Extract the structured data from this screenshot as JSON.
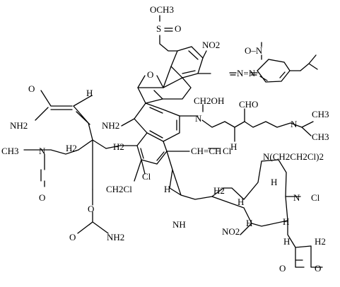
{
  "labels": {
    "och3": "OCH3",
    "s": "S",
    "o_sulfinyl": "O",
    "no2_top": "NO2",
    "azo": "N=N",
    "n_oxide": "O–N",
    "o_epoxide": "O",
    "ch2oh": "CH2OH",
    "cho": "CHO",
    "o_amide": "O",
    "h_vinyl": "H",
    "nh2_amide": "NH2",
    "nh2_ring": "NH2",
    "n_mid": "N",
    "h_chain": "H",
    "n_nme2": "N",
    "me1": "CH3",
    "me2": "CH3",
    "nme_ch3": "CH3",
    "n_nitroso": "N",
    "h2_left": "H2",
    "h2_mid": "H2",
    "vinyl_ch": "CH=CH",
    "cl_vinyl": "Cl",
    "n_bis": "N(CH2CH2Cl)2",
    "o_nitroso": "O",
    "ch2cl": "CH2Cl",
    "cl_ring": "Cl",
    "h2_pip": "H2",
    "h_az": "H",
    "n_pip": "N",
    "cl_npip": "Cl",
    "h_pipA": "H",
    "h_pipB": "H",
    "nh_az": "NH",
    "no2_pip": "NO2",
    "o_carbamate": "O",
    "h_pipC": "H",
    "h_pipD": "H",
    "o_carbonyl": "O",
    "nh2_carb": "NH2",
    "h_lac": "H",
    "h2_lac": "H2",
    "o_lac_c": "O",
    "o_lac_ring": "O"
  }
}
